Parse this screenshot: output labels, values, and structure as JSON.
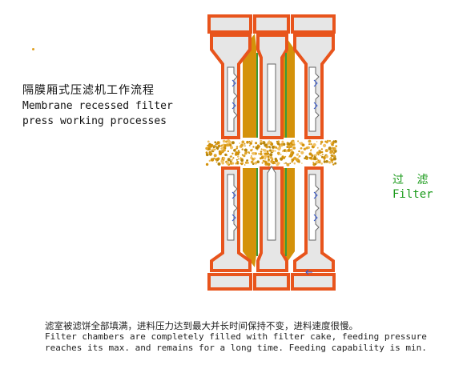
{
  "title": {
    "zh": "隔膜厢式压滤机工作流程",
    "en_line1": "Membrane recessed filter",
    "en_line2": "press working processes"
  },
  "stage": {
    "zh": "过 滤",
    "en": "Filter"
  },
  "description": {
    "zh": "滤室被滤饼全部填满，进料压力达到最大并长时间保持不变，进料速度很慢。",
    "en_line1": "Filter chambers are completely filled with filter cake, feeding pressure",
    "en_line2": "reaches its max. and remains for a long time. Feeding capability is min."
  },
  "colors": {
    "plate_frame": "#e8541c",
    "plate_body": "#e6e6e6",
    "filter_cake": "#d4920a",
    "membrane": "#3a9a3a",
    "title_text": "#111111",
    "stage_text": "#1a9a1a"
  }
}
